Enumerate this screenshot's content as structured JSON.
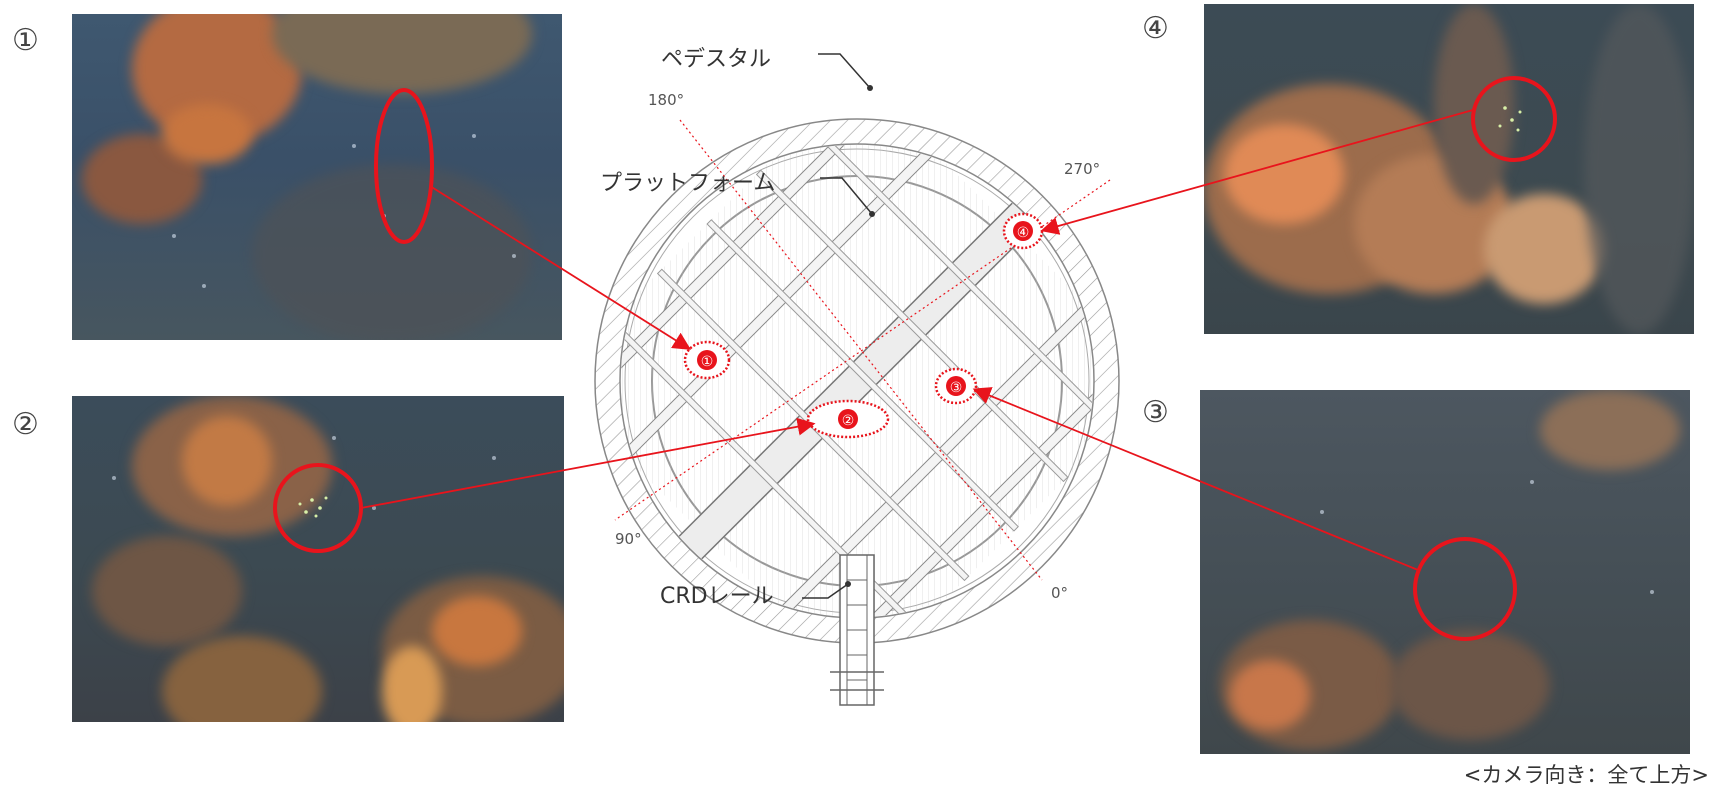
{
  "photos": [
    {
      "id": "photo-1",
      "number": "①"
    },
    {
      "id": "photo-2",
      "number": "②"
    },
    {
      "id": "photo-3",
      "number": "③"
    },
    {
      "id": "photo-4",
      "number": "④"
    }
  ],
  "diagram": {
    "labels": {
      "pedestal": "ペデスタル",
      "platform": "プラットフォーム",
      "crd_rail": "CRDレール"
    },
    "angles": {
      "a180": "180°",
      "a270": "270°",
      "a90": "90°",
      "a0": "0°"
    },
    "markers": [
      "①",
      "②",
      "③",
      "④"
    ]
  },
  "caption": "<カメラ向き：全て上方>",
  "colors": {
    "highlight": "#e8141c",
    "water_blue": "#3e5670",
    "deposit_orange": "#d9743a"
  }
}
